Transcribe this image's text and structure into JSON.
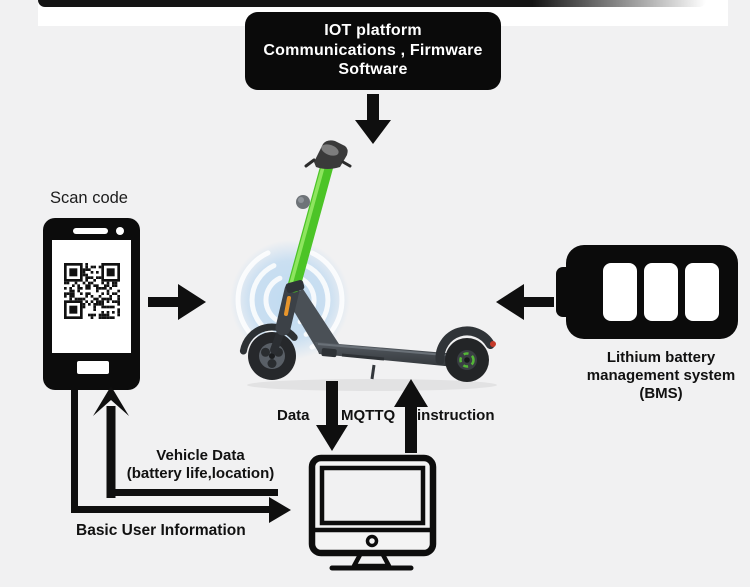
{
  "iot_box": {
    "line1": "IOT platform",
    "line2": "Communications , Firmware",
    "line3": "Software",
    "bg_color": "#0a0a0a",
    "text_color": "#ffffff"
  },
  "phone": {
    "label": "Scan code",
    "icon": "smartphone-qr-icon"
  },
  "scooter": {
    "icon": "electric-scooter-icon",
    "stem_color": "#4cc427",
    "signal_color": "#bdd9f1"
  },
  "battery": {
    "icon": "battery-icon",
    "line1": "Lithium battery",
    "line2": "management system",
    "line3": "(BMS)"
  },
  "computer": {
    "icon": "desktop-computer-icon"
  },
  "link_labels": {
    "data": "Data",
    "protocol": "MQTTQ",
    "instruction": "instruction"
  },
  "flow_labels": {
    "vehicle_line1": "Vehicle Data",
    "vehicle_line2": "(battery life,location)",
    "basic_user": "Basic User Information"
  },
  "colors": {
    "page_bg": "#f1f1f2",
    "arrow": "#0f0f0f",
    "top_strip": "#ffffff"
  }
}
